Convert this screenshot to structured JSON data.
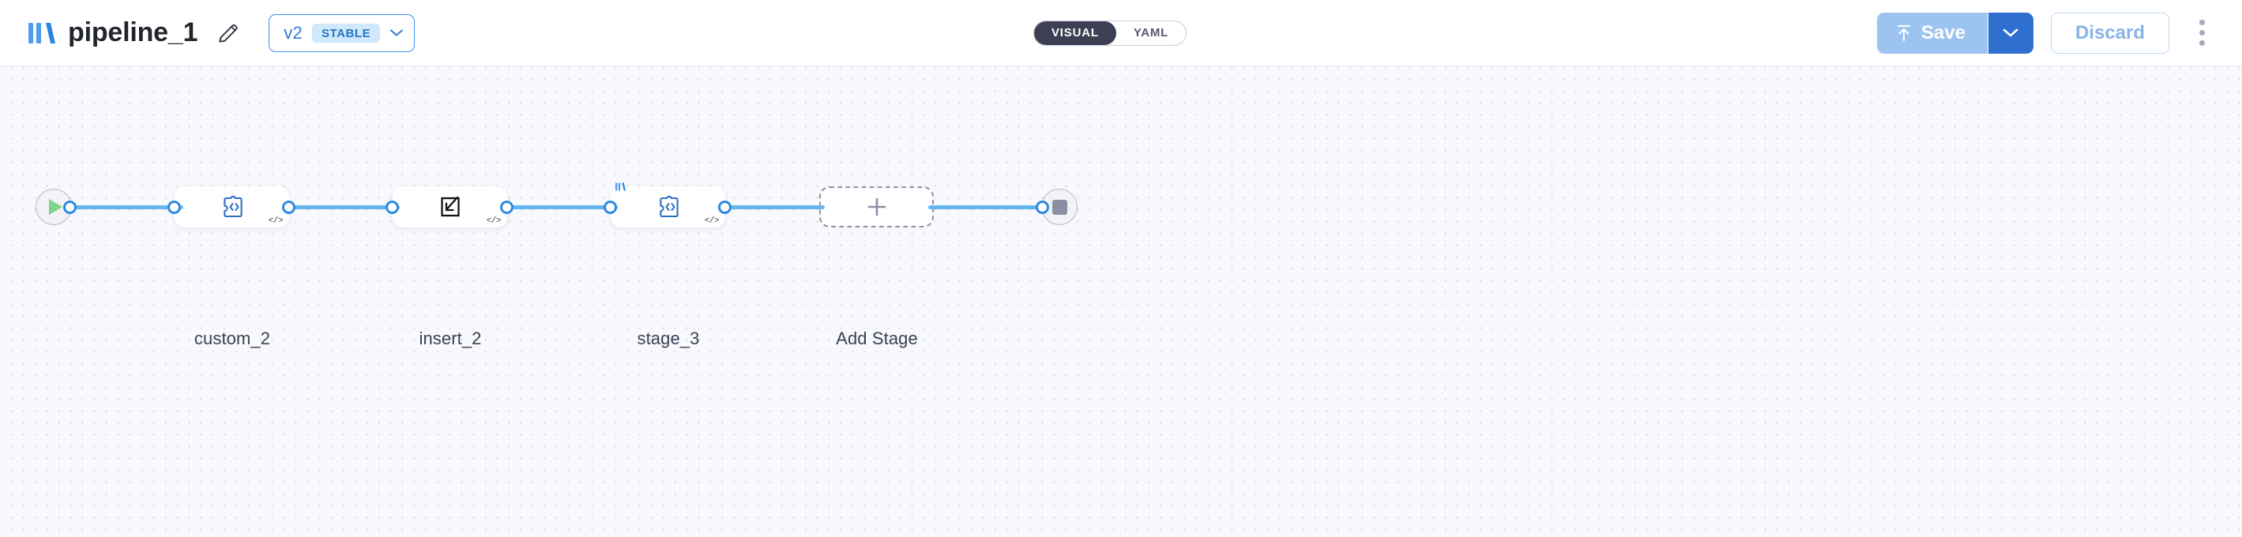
{
  "header": {
    "logo_icon": "brand-bars-logo",
    "title": "pipeline_1",
    "edit_icon": "pencil-icon",
    "version": {
      "label": "v2",
      "status_badge": "STABLE",
      "chevron_icon": "chevron-down-icon"
    },
    "view_toggle": {
      "options": [
        "VISUAL",
        "YAML"
      ],
      "active": "VISUAL"
    },
    "actions": {
      "save_label": "Save",
      "save_icon": "upload-arrow-icon",
      "save_caret_icon": "chevron-down-icon",
      "discard_label": "Discard",
      "more_icon": "kebab-menu-icon"
    }
  },
  "canvas": {
    "start_node": {
      "name": "start-node",
      "icon": "play-icon"
    },
    "end_node": {
      "name": "end-node",
      "icon": "stop-icon"
    },
    "add_stage": {
      "label": "Add Stage",
      "icon": "plus-icon"
    },
    "stages": [
      {
        "label": "custom_2",
        "icon": "puzzle-code-icon",
        "badge": "</>",
        "has_logo": false
      },
      {
        "label": "insert_2",
        "icon": "insert-arrow-icon",
        "badge": "</>",
        "has_logo": false
      },
      {
        "label": "stage_3",
        "icon": "puzzle-code-icon",
        "badge": "</>",
        "has_logo": true
      }
    ]
  },
  "colors": {
    "accent_blue": "#2d8ae0",
    "edge_blue": "#62b6ef",
    "brand_blue": "#3d8df5",
    "save_disabled": "#9dc4f0",
    "save_caret": "#2f6fd0",
    "toggle_active": "#3d4054",
    "canvas_bg": "#f8f9fc"
  }
}
